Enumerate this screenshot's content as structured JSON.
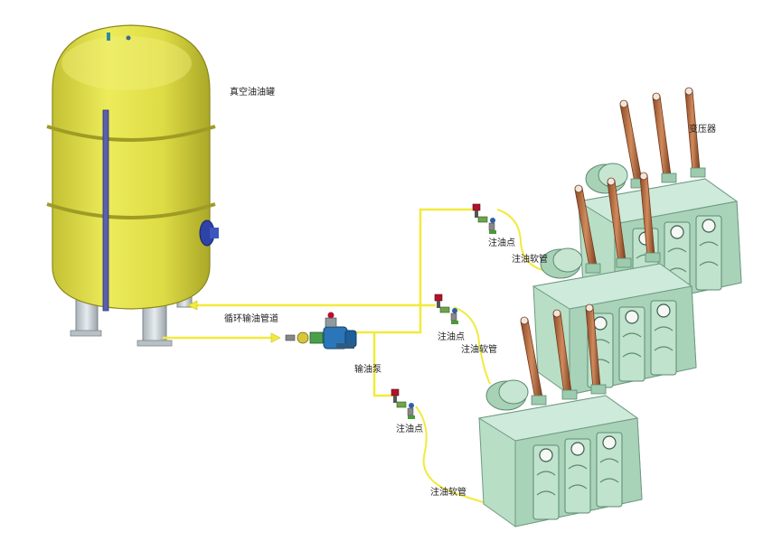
{
  "labels": {
    "tank": "真空油油罐",
    "transformer": "变压器",
    "pipe": "循环输油管道",
    "pump": "输油泵",
    "fill_point_1": "注油点",
    "fill_point_2": "注油点",
    "fill_point_3": "注油点",
    "hose_1": "注油软管",
    "hose_2": "注油软管",
    "hose_3": "注油软管"
  },
  "colors": {
    "tank_body": "#e3e24a",
    "tank_shade": "#b6b52c",
    "pipe": "#f2ea3c",
    "transformer_body": "#b6dcc4",
    "transformer_shade": "#7fae92",
    "bushing": "#b5693c",
    "pump": "#2a76b8"
  }
}
